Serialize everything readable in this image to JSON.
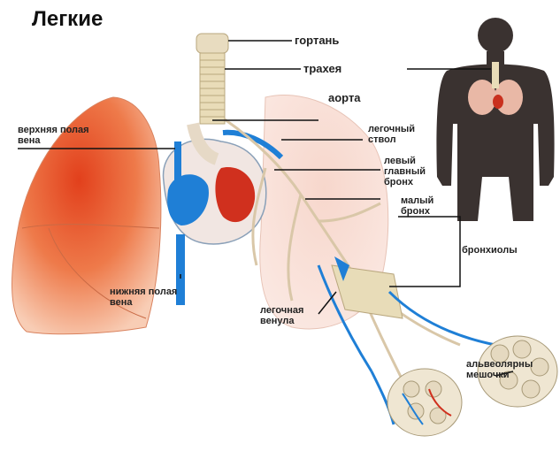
{
  "title": "Легкие",
  "labels": {
    "larynx": "гортань",
    "trachea": "трахея",
    "aorta": "аорта",
    "pulmonary_trunk_1": "легочный",
    "pulmonary_trunk_2": "ствол",
    "left_bronchus_1": "левый",
    "left_bronchus_2": "главный",
    "left_bronchus_3": "бронх",
    "small_bronchus_1": "малый",
    "small_bronchus_2": "бронх",
    "bronchioles": "бронхиолы",
    "superior_vena_cava_1": "верхняя полая",
    "superior_vena_cava_2": "вена",
    "inferior_vena_cava_1": "нижняя полая",
    "inferior_vena_cava_2": "вена",
    "pulmonary_venule_1": "легочная",
    "pulmonary_venule_2": "венула",
    "alveoli_1": "альвеолярны",
    "alveoli_2": "мешочки"
  },
  "colors": {
    "lung": "#e8572a",
    "lung_light": "#f6c1a6",
    "vein_blue": "#1f7fd6",
    "artery_red": "#d0301e",
    "bronchi": "#d9c7a8",
    "body": "#3a3230",
    "leader": "#111111"
  }
}
